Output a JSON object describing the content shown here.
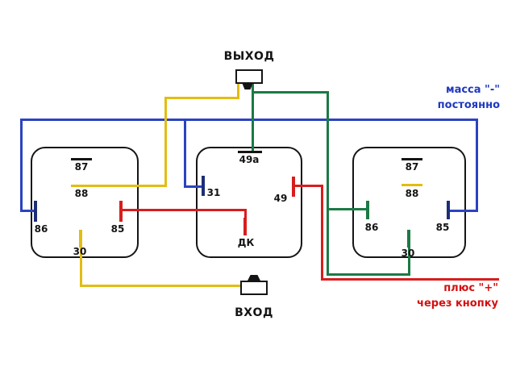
{
  "colors": {
    "yellow": "#e3bc13",
    "blue": "#2b43c0",
    "navy": "#1c2e78",
    "green": "#1b7a45",
    "red": "#d81d1d",
    "ground_text": "#2038c0",
    "plus_text": "#d40f0f"
  },
  "output_connector": {
    "label": "ВЫХОД"
  },
  "input_connector": {
    "label": "ВХОД"
  },
  "annotations": {
    "ground_line1": "масса \"-\"",
    "ground_line2": "постоянно",
    "plus_line1": "плюс \"+\"",
    "plus_line2": "через кнопку"
  },
  "relays": [
    {
      "name": "left-relay",
      "pins": [
        {
          "label": "87"
        },
        {
          "label": "88"
        },
        {
          "label": "86"
        },
        {
          "label": "85"
        },
        {
          "label": "30"
        }
      ]
    },
    {
      "name": "flasher-relay",
      "pins": [
        {
          "label": "49a"
        },
        {
          "label": "31"
        },
        {
          "label": "49"
        },
        {
          "label": "ДК"
        }
      ]
    },
    {
      "name": "right-relay",
      "pins": [
        {
          "label": "87"
        },
        {
          "label": "88"
        },
        {
          "label": "86"
        },
        {
          "label": "85"
        },
        {
          "label": "30"
        }
      ]
    }
  ]
}
